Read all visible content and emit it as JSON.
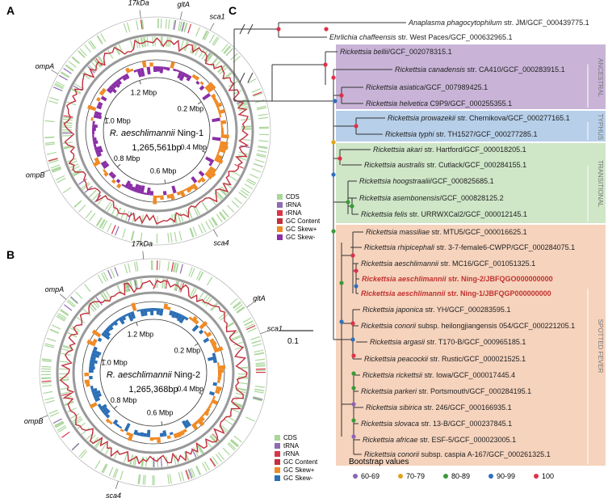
{
  "panels": {
    "A": {
      "letter": "A",
      "title_species": "R. aeschlimannii",
      "title_strain": "Ning-1",
      "size": "1,265,561bp",
      "ticks": [
        "0.2 Mbp",
        "0.4 Mbp",
        "0.6 Mbp",
        "0.8 Mbp",
        "1.0 Mbp",
        "1.2 Mbp"
      ],
      "genes": [
        "17kDa",
        "gltA",
        "sca1",
        "ompA",
        "ompB",
        "sca4"
      ],
      "legend": [
        {
          "label": "CDS",
          "color": "#a9d69a"
        },
        {
          "label": "tRNA",
          "color": "#8f6bb3"
        },
        {
          "label": "rRNA",
          "color": "#d9364a"
        },
        {
          "label": "GC Content",
          "color": "#c2303d"
        },
        {
          "label": "GC Skew+",
          "color": "#f08a24"
        },
        {
          "label": "GC Skew-",
          "color": "#8a2fa6"
        }
      ]
    },
    "B": {
      "letter": "B",
      "title_species": "R. aeschlimannii",
      "title_strain": "Ning-2",
      "size": "1,265,368bp",
      "ticks": [
        "0.2 Mbp",
        "0.4 Mbp",
        "0.6 Mbp",
        "0.8 Mbp",
        "1.0 Mbp",
        "1.2 Mbp"
      ],
      "genes": [
        "17kDa",
        "gltA",
        "sca1",
        "ompA",
        "ompB",
        "sca4"
      ],
      "legend": [
        {
          "label": "CDS",
          "color": "#a9d69a"
        },
        {
          "label": "tRNA",
          "color": "#8f6bb3"
        },
        {
          "label": "rRNA",
          "color": "#d9364a"
        },
        {
          "label": "GC Content",
          "color": "#c2303d"
        },
        {
          "label": "GC Skew+",
          "color": "#f08a24"
        },
        {
          "label": "GC Skew-",
          "color": "#2c6fb5"
        }
      ]
    }
  },
  "tree": {
    "letter": "C",
    "scale_label": "0.1",
    "groups": [
      {
        "label": "ANCESTRAL",
        "color": "#c9b4d8"
      },
      {
        "label": "TYPHUS",
        "color": "#b7cfe9"
      },
      {
        "label": "TRANSITIONAL",
        "color": "#cfe6c7"
      },
      {
        "label": "SPOTTED FEVER",
        "color": "#f6d3bd"
      }
    ],
    "taxa": [
      {
        "italic": "Anaplasma phagocytophilum",
        "rest": " str. JM/GCF_000439775.1",
        "highlight": false
      },
      {
        "italic": "Ehrlichia chaffeensis",
        "rest": " str. West Paces/GCF_000632965.1",
        "highlight": false
      },
      {
        "italic": "Rickettsia bellii",
        "rest": "/GCF_002078315.1",
        "highlight": false
      },
      {
        "italic": "Rickettsia canadensis",
        "rest": " str. CA410/GCF_000283915.1",
        "highlight": false
      },
      {
        "italic": "Rickettsia asiatica",
        "rest": "/GCF_007989425.1",
        "highlight": false
      },
      {
        "italic": "Rickettsia helvetica",
        "rest": " C9P9/GCF_000255355.1",
        "highlight": false
      },
      {
        "italic": "Rickettsia prowazekii",
        "rest": " str. Chernikova/GCF_000277165.1",
        "highlight": false
      },
      {
        "italic": "Rickettsia typhi",
        "rest": " str. TH1527/GCF_000277285.1",
        "highlight": false
      },
      {
        "italic": "Rickettsia akari",
        "rest": " str. Hartford/GCF_000018205.1",
        "highlight": false
      },
      {
        "italic": "Rickettsia australis",
        "rest": " str. Cutlack/GCF_000284155.1",
        "highlight": false
      },
      {
        "italic": "Rickettsia hoogstraalii",
        "rest": "/GCF_000825685.1",
        "highlight": false
      },
      {
        "italic": "Rickettsia asembonensis",
        "rest": "/GCF_000828125.2",
        "highlight": false
      },
      {
        "italic": "Rickettsia felis",
        "rest": " str. URRWXCal2/GCF_000012145.1",
        "highlight": false
      },
      {
        "italic": "Rickettsia massiliae",
        "rest": " str. MTU5/GCF_000016625.1",
        "highlight": false
      },
      {
        "italic": "Rickettsia rhipicephali",
        "rest": " str. 3-7-female6-CWPP/GCF_000284075.1",
        "highlight": false
      },
      {
        "italic": "Rickettsia aeschlimannii",
        "rest": " str. MC16/GCF_001051325.1",
        "highlight": false
      },
      {
        "italic": "Rickettsia aeschlimannii",
        "rest": " str. Ning-2/JBFQGO000000000",
        "highlight": true
      },
      {
        "italic": "Rickettsia aeschlimannii",
        "rest": " str. Ning-1/JBFQGP000000000",
        "highlight": true
      },
      {
        "italic": "Rickettsia japonica",
        "rest": " str. YH/GCF_000283595.1",
        "highlight": false
      },
      {
        "italic": "Rickettsia conorii",
        "rest": " subsp. heilongjiangensis 054/GCF_000221205.1",
        "highlight": false
      },
      {
        "italic": "Rickettsia argasii",
        "rest": " str. T170-B/GCF_000965185.1",
        "highlight": false
      },
      {
        "italic": "Rickettsia peacockii",
        "rest": " str. Rustic/GCF_000021525.1",
        "highlight": false
      },
      {
        "italic": "Rickettsia rickettsii",
        "rest": " str. Iowa/GCF_000017445.4",
        "highlight": false
      },
      {
        "italic": "Rickettsia parkeri",
        "rest": " str. Portsmouth/GCF_000284195.1",
        "highlight": false
      },
      {
        "italic": "Rickettsia sibirica",
        "rest": " str. 246/GCF_000166935.1",
        "highlight": false
      },
      {
        "italic": "Rickettsia slovaca",
        "rest": " str. 13-B/GCF_000237845.1",
        "highlight": false
      },
      {
        "italic": "Rickettsia africae",
        "rest": " str. ESF-5/GCF_000023005.1",
        "highlight": false
      },
      {
        "italic": "Rickettsia conorii",
        "rest": " subsp. caspia A-167/GCF_000261325.1",
        "highlight": false
      }
    ],
    "bootstrap": {
      "title": "Bootstrap values",
      "items": [
        {
          "label": "60-69",
          "color": "#8e63b5"
        },
        {
          "label": "70-79",
          "color": "#e2a21b"
        },
        {
          "label": "80-89",
          "color": "#3a9a3a"
        },
        {
          "label": "90-99",
          "color": "#2f6fc0"
        },
        {
          "label": "100",
          "color": "#e0304a"
        }
      ]
    },
    "highlight_color": "#c0312f"
  }
}
